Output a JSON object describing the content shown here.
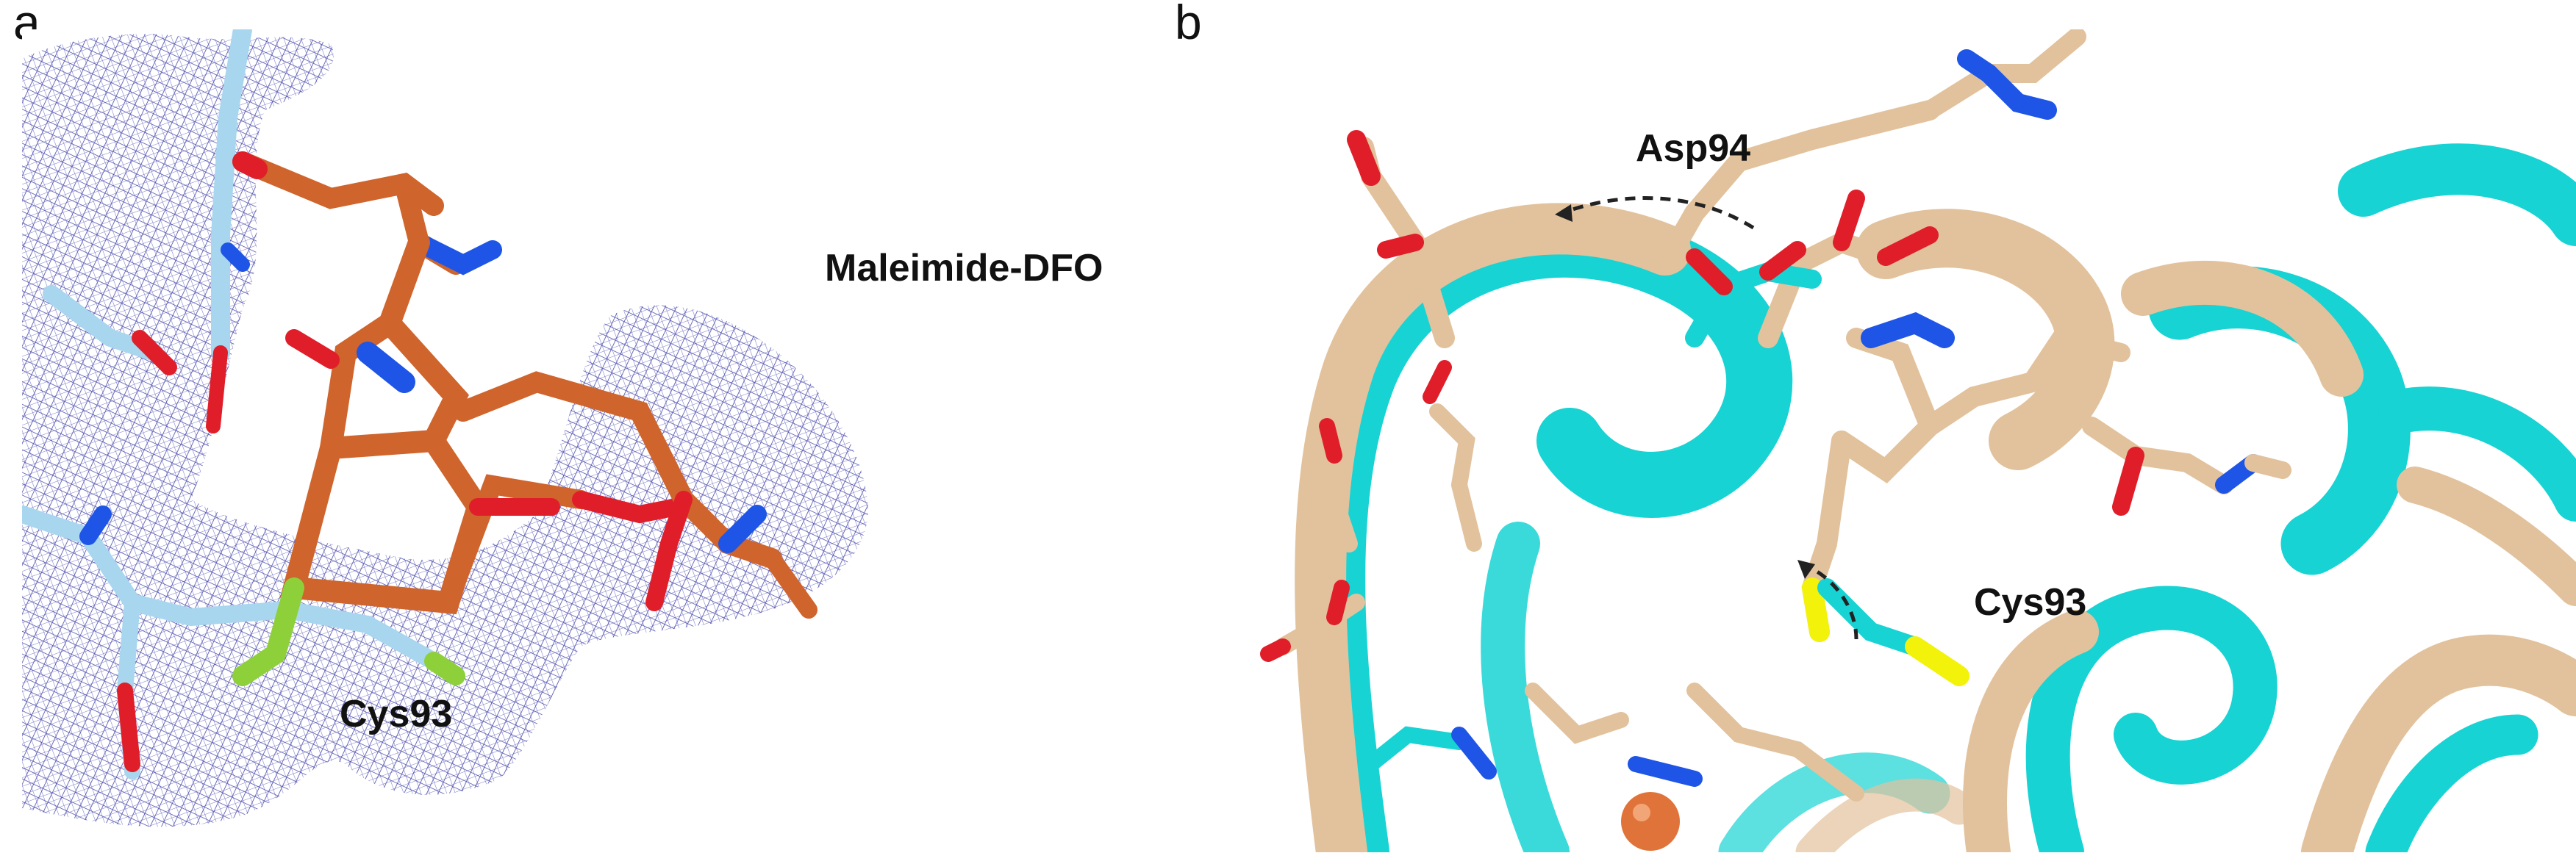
{
  "panels": [
    {
      "letter": "a",
      "labels": {
        "ligand": "Maleimide-DFO",
        "cysteine": "Cys93"
      }
    },
    {
      "letter": "b",
      "labels": {
        "aspartate": "Asp94",
        "cysteine": "Cys93"
      }
    }
  ],
  "colors": {
    "mesh": "#2a2a9a",
    "ligand_carbon": "#cf642c",
    "protein_carbon_light": "#a8d6ee",
    "oxygen": "#e01e2a",
    "nitrogen": "#1e55e6",
    "sulfur_a": "#8ed03a",
    "sulfur_b": "#f2f20a",
    "ribbon_tan": "#e2c29c",
    "ribbon_cyan": "#17d3d3",
    "metal_sphere": "#e0733a"
  }
}
